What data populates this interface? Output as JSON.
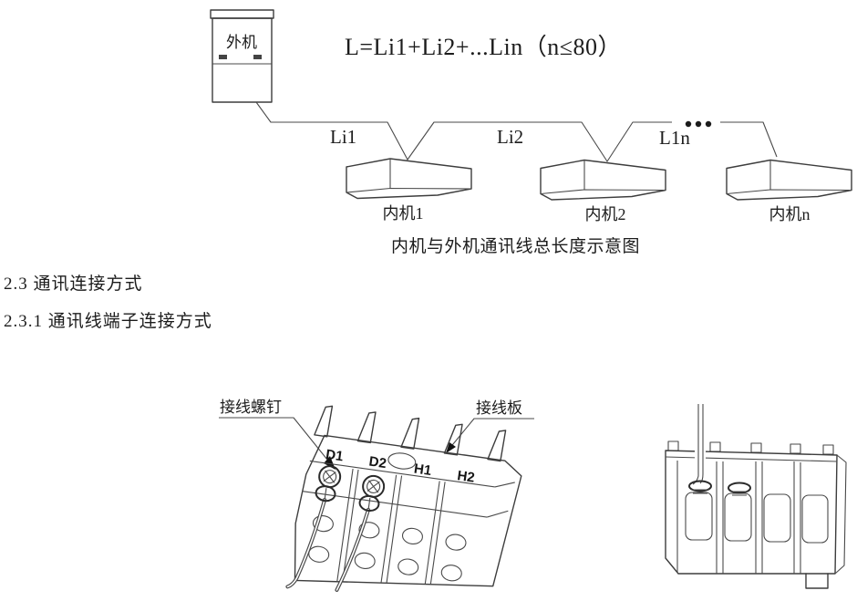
{
  "page": {
    "background": "#ffffff",
    "ink": "#1c1c1c",
    "diagram_line_color": "#3d3d3d"
  },
  "wiring_diagram": {
    "outdoor_unit_label": "外机",
    "formula": "L=Li1+Li2+...Lin（n≤80）",
    "segment_labels": [
      "Li1",
      "Li2",
      "L1n"
    ],
    "indoor_unit_labels": [
      "内机1",
      "内机2",
      "内机n"
    ],
    "caption": "内机与外机通讯线总长度示意图"
  },
  "headings": {
    "section": "2.3 通讯连接方式",
    "subsection": "2.3.1 通讯线端子连接方式"
  },
  "terminal_figure": {
    "screw_callout": "接线螺钉",
    "board_callout": "接线板",
    "terminal_labels": [
      "D1",
      "D2",
      "H1",
      "H2"
    ]
  }
}
